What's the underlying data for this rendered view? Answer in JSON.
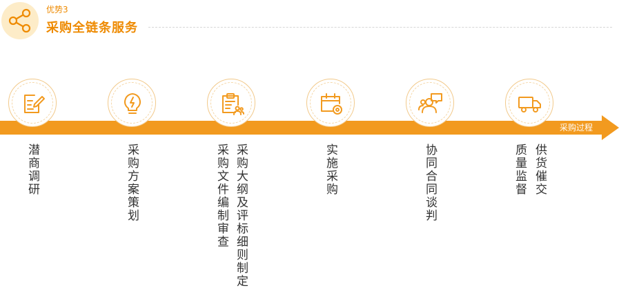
{
  "header": {
    "tag": "优势3",
    "title": "采购全链条服务"
  },
  "process": {
    "arrow_label": "采购过程",
    "accent_color": "#f29a1f"
  },
  "steps": [
    {
      "icon": "edit-document-icon",
      "lines": [
        "潜商调研"
      ]
    },
    {
      "icon": "lightbulb-icon",
      "lines": [
        "采购方案策划"
      ]
    },
    {
      "icon": "clipboard-people-icon",
      "lines": [
        "采购大纲及评标细则制定",
        "采购文件编制审查"
      ]
    },
    {
      "icon": "calendar-gear-icon",
      "lines": [
        "实施采购"
      ]
    },
    {
      "icon": "people-chat-icon",
      "lines": [
        "协同合同谈判"
      ]
    },
    {
      "icon": "delivery-truck-icon",
      "lines": [
        "供货催交",
        "质量监督"
      ]
    }
  ]
}
